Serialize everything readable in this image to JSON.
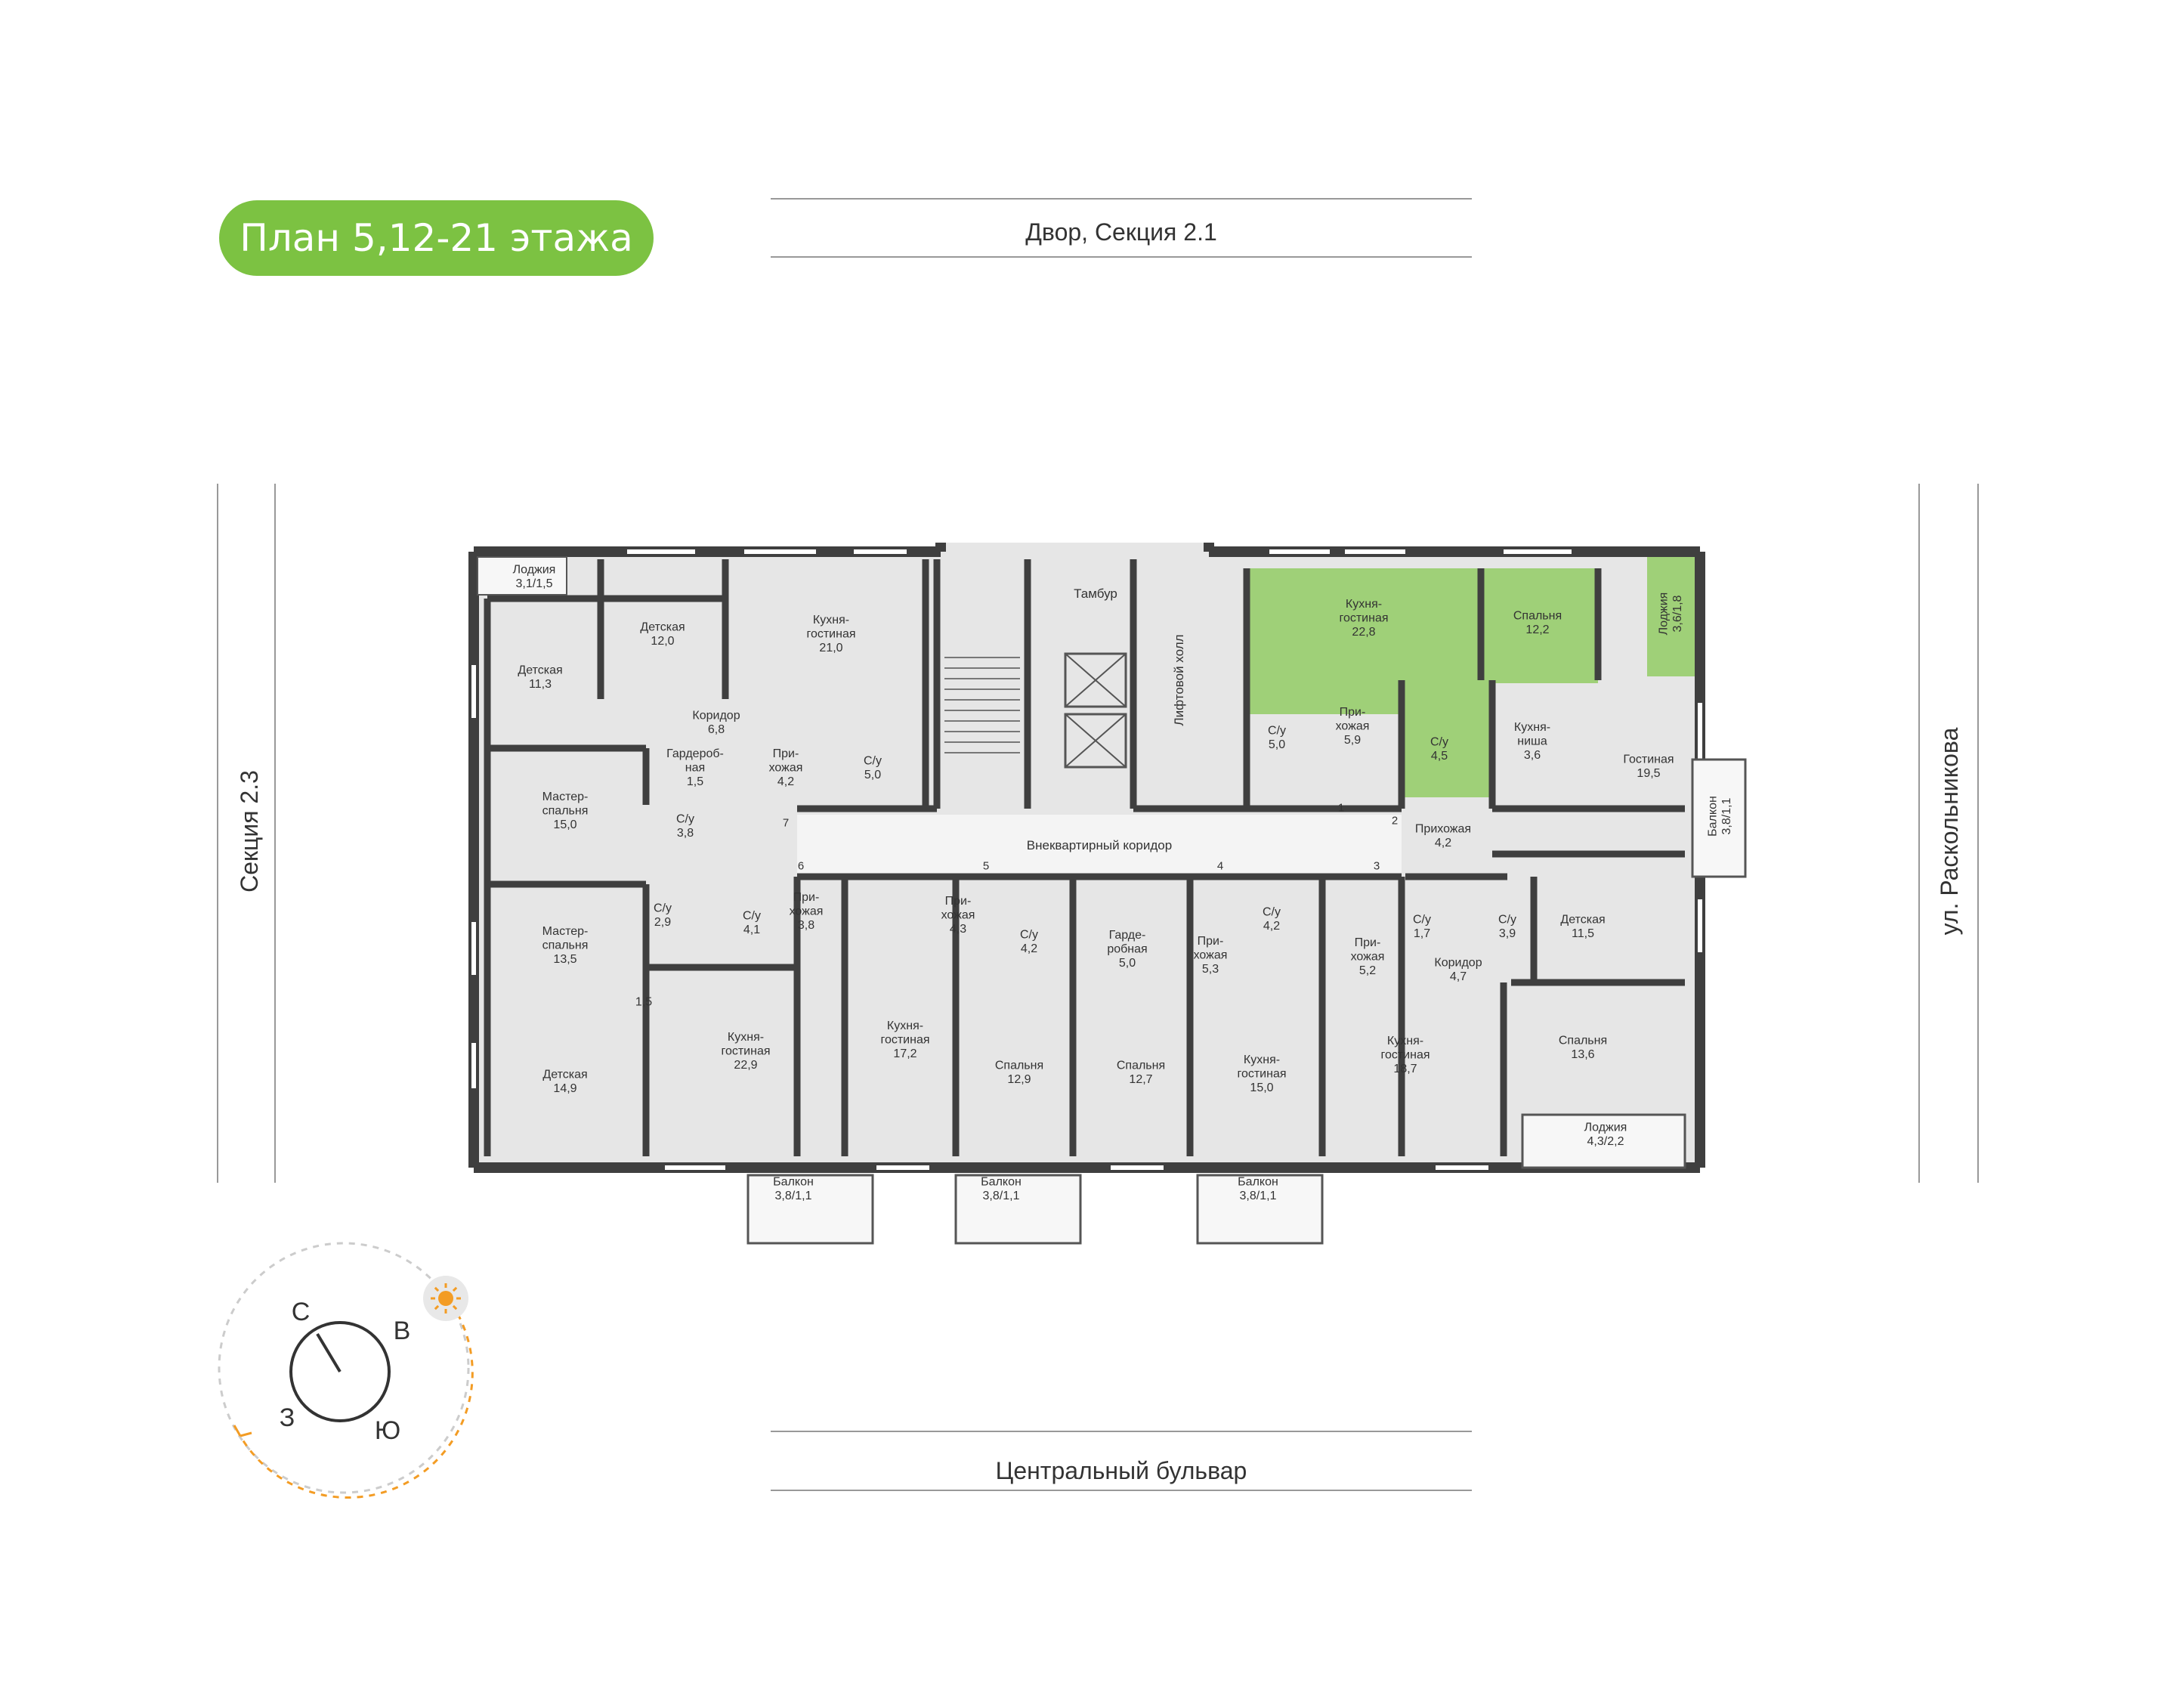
{
  "plan_title": "План 5,12-21 этажа",
  "surroundings": {
    "top": "Двор, Секция 2.1",
    "bottom": "Центральный бульвар",
    "left": "Секция 2.3",
    "right": "ул. Раскольникова"
  },
  "compass": {
    "north": "С",
    "east": "В",
    "west": "З",
    "south": "Ю"
  },
  "colors": {
    "highlight": "#9fd078",
    "accent": "#7cc242",
    "wall": "#3f3f3f",
    "floor": "#e6e6e6",
    "sun": "#f39c24"
  },
  "core": {
    "tambur": "Тамбур",
    "lift_hall": "Лифтовой холл",
    "corridor": "Внеквартирный коридор"
  },
  "door_numbers": [
    "1",
    "2",
    "3",
    "4",
    "5",
    "6",
    "7"
  ],
  "rooms": [
    {
      "name": "Лоджия",
      "area": "3,1/1,5"
    },
    {
      "name": "Детская",
      "area": "11,3"
    },
    {
      "name": "Детская",
      "area": "12,0"
    },
    {
      "name": "Кухня-\nгостиная",
      "area": "21,0"
    },
    {
      "name": "Коридор",
      "area": "6,8"
    },
    {
      "name": "Гардероб-\nная",
      "area": "1,5"
    },
    {
      "name": "При-\nхожая",
      "area": "4,2"
    },
    {
      "name": "С/у",
      "area": "5,0"
    },
    {
      "name": "Мастер-\nспальня",
      "area": "15,0"
    },
    {
      "name": "С/у",
      "area": "3,8"
    },
    {
      "name": "Мастер-\nспальня",
      "area": "13,5"
    },
    {
      "name": "С/у",
      "area": "2,9"
    },
    {
      "name": "С/у",
      "area": "4,1"
    },
    {
      "name": "При-\nхожая",
      "area": "3,8"
    },
    {
      "name": "",
      "area": "1,5"
    },
    {
      "name": "Детская",
      "area": "14,9"
    },
    {
      "name": "Кухня-\nгостиная",
      "area": "22,9"
    },
    {
      "name": "Кухня-\nгостиная",
      "area": "17,2"
    },
    {
      "name": "При-\nхожая",
      "area": "4,3"
    },
    {
      "name": "С/у",
      "area": "4,2"
    },
    {
      "name": "Спальня",
      "area": "12,9"
    },
    {
      "name": "Гарде-\nробная",
      "area": "5,0"
    },
    {
      "name": "Спальня",
      "area": "12,7"
    },
    {
      "name": "При-\nхожая",
      "area": "5,3"
    },
    {
      "name": "С/у",
      "area": "4,2"
    },
    {
      "name": "Кухня-\nгостиная",
      "area": "15,0"
    },
    {
      "name": "При-\nхожая",
      "area": "5,2"
    },
    {
      "name": "С/у",
      "area": "1,7"
    },
    {
      "name": "Коридор",
      "area": "4,7"
    },
    {
      "name": "С/у",
      "area": "3,9"
    },
    {
      "name": "Кухня-\nгостиная",
      "area": "18,7"
    },
    {
      "name": "Детская",
      "area": "11,5"
    },
    {
      "name": "Спальня",
      "area": "13,6"
    },
    {
      "name": "Лоджия",
      "area": "4,3/2,2"
    },
    {
      "name": "Кухня-\nгостиная",
      "area": "22,8"
    },
    {
      "name": "Спальня",
      "area": "12,2"
    },
    {
      "name": "Лоджия",
      "area": "3,6/1,8"
    },
    {
      "name": "При-\nхожая",
      "area": "5,9"
    },
    {
      "name": "С/у",
      "area": "5,0"
    },
    {
      "name": "С/у",
      "area": "4,5"
    },
    {
      "name": "Кухня-\nниша",
      "area": "3,6"
    },
    {
      "name": "Гостиная",
      "area": "19,5"
    },
    {
      "name": "Прихожая",
      "area": "4,2"
    },
    {
      "name": "Балкон",
      "area": "3,8/1,1"
    },
    {
      "name": "Балкон",
      "area": "3,8/1,1"
    },
    {
      "name": "Балкон",
      "area": "3,8/1,1"
    },
    {
      "name": "Балкон",
      "area": "3,8/1,1"
    }
  ]
}
